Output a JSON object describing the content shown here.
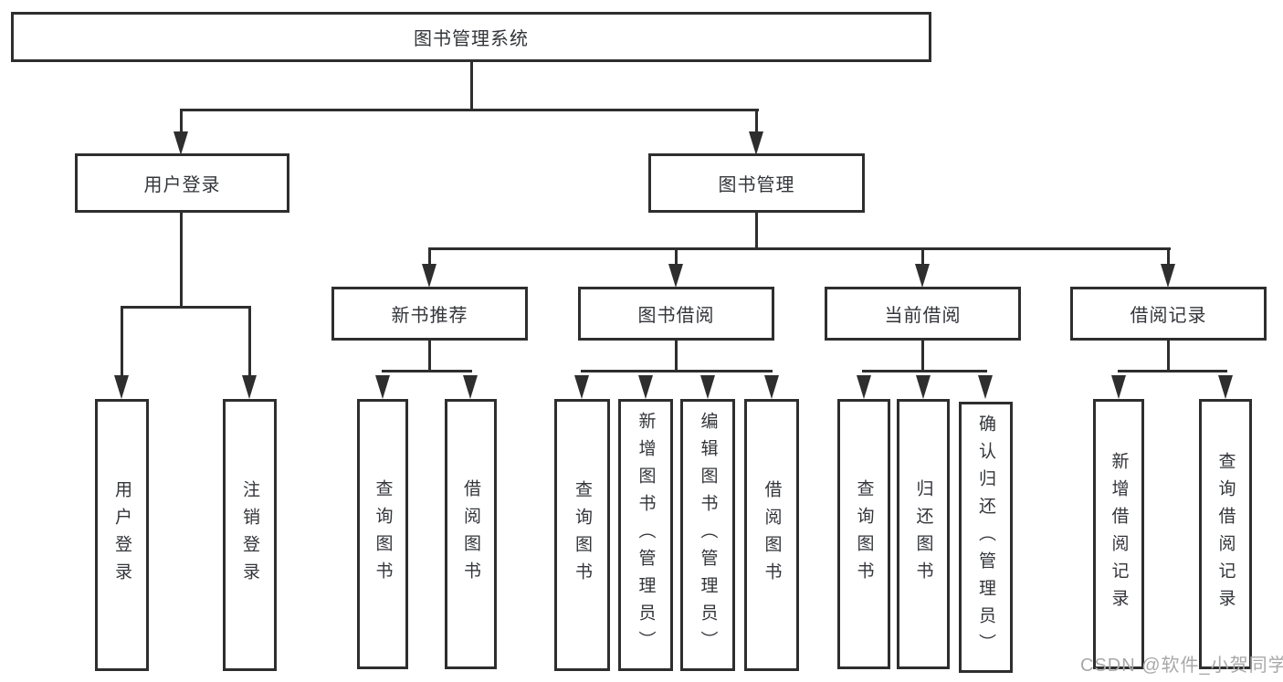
{
  "diagram": {
    "root": {
      "label": "图书管理系统"
    },
    "level2": {
      "user_login": {
        "label": "用户登录"
      },
      "book_mgmt": {
        "label": "图书管理"
      }
    },
    "user_login_children": {
      "login": {
        "label": "用户登录"
      },
      "logout": {
        "label": "注销登录"
      }
    },
    "level3": {
      "new_books": {
        "label": "新书推荐"
      },
      "borrowing": {
        "label": "图书借阅"
      },
      "current": {
        "label": "当前借阅"
      },
      "records": {
        "label": "借阅记录"
      }
    },
    "new_books_children": {
      "query": {
        "label": "查询图书"
      },
      "borrow": {
        "label": "借阅图书"
      }
    },
    "borrowing_children": {
      "query": {
        "label": "查询图书"
      },
      "add": {
        "label": "新增图书（管理员）"
      },
      "edit": {
        "label": "编辑图书（管理员）"
      },
      "borrow": {
        "label": "借阅图书"
      }
    },
    "current_children": {
      "query": {
        "label": "查询图书"
      },
      "return": {
        "label": "归还图书"
      },
      "confirm": {
        "label": "确认归还（管理员）"
      }
    },
    "records_children": {
      "add": {
        "label": "新增借阅记录"
      },
      "query": {
        "label": "查询借阅记录"
      }
    }
  },
  "watermark": {
    "text": "CSDN @软件_小贺同学"
  },
  "colors": {
    "line": "#2e2e2e",
    "box_border": "#2e2e2e",
    "box_fill": "#ffffff",
    "text": "#33353a",
    "watermark": "#a8a8a8",
    "background": "#ffffff"
  }
}
